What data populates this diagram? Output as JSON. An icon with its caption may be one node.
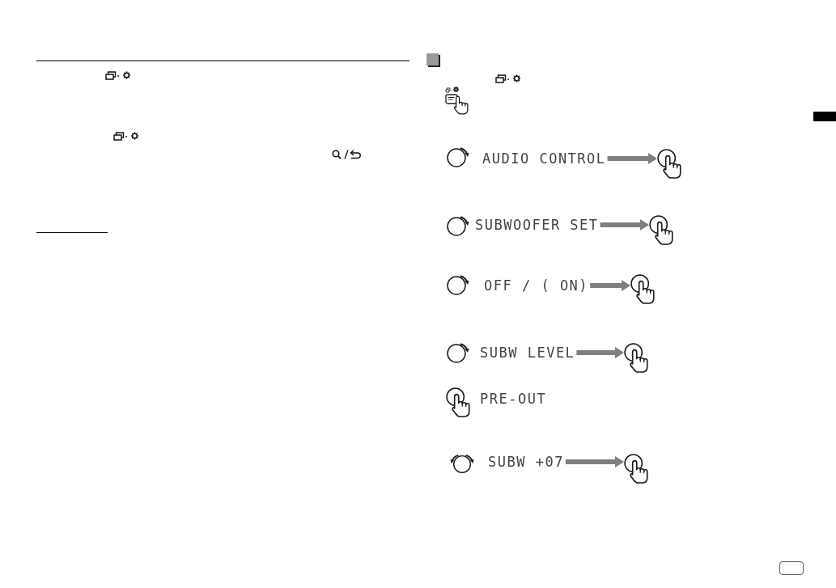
{
  "diagram": {
    "nodes": [
      {
        "text": [
          "AUDIO CONTROL"
        ]
      },
      {
        "text": [],
        "shape": "picture"
      },
      {
        "text": [
          "SUBWOOFER SET"
        ]
      },
      {
        "text": [],
        "shape": "picture"
      },
      {
        "text": [
          "OFF / ( ON)"
        ]
      },
      {
        "text": [],
        "shape": "picture"
      },
      {
        "text": [
          "SUBW LEVEL"
        ]
      },
      {
        "text": [],
        "shape": "picture"
      },
      {
        "text": [
          "SUBW +07"
        ]
      },
      {
        "text": [],
        "shape": "picture"
      }
    ],
    "edges": [
      {
        "from": 0,
        "to": 1,
        "arrow": "to"
      },
      {
        "from": 2,
        "to": 3,
        "arrow": "to"
      },
      {
        "from": 4,
        "to": 5,
        "arrow": "to"
      },
      {
        "from": 6,
        "to": 7,
        "arrow": "to"
      },
      {
        "from": 8,
        "to": 9,
        "arrow": "to"
      }
    ],
    "labels": [
      "PRE-OUT"
    ]
  }
}
